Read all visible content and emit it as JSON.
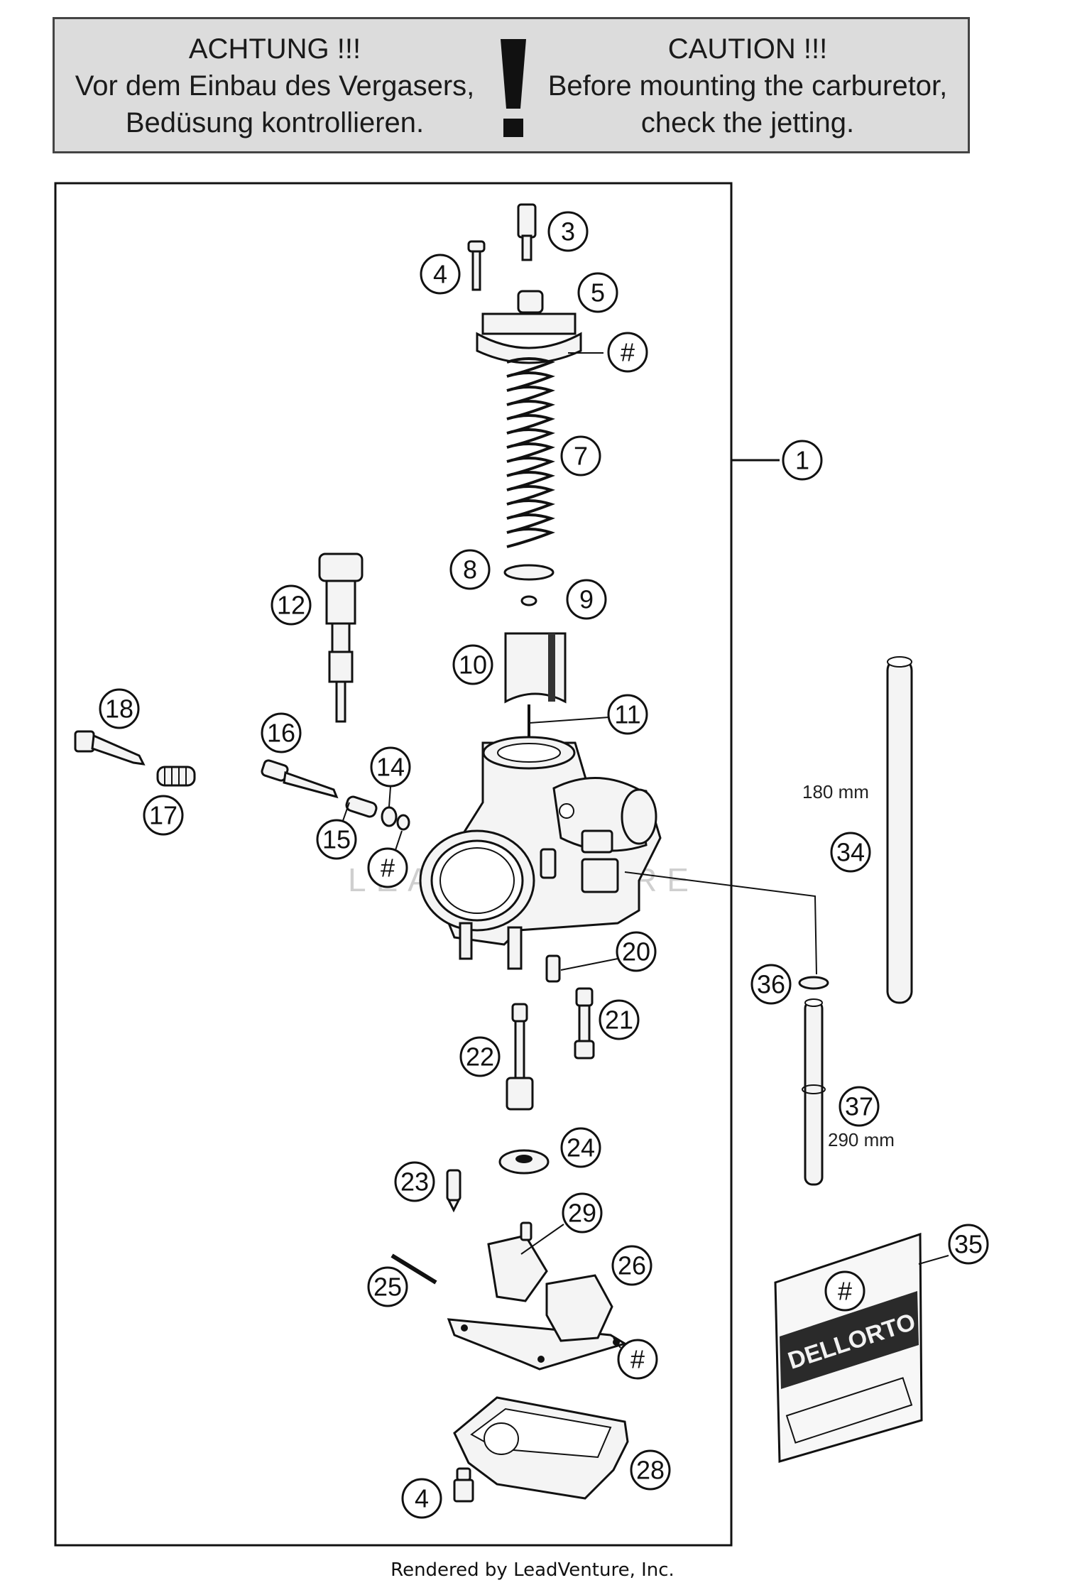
{
  "caution": {
    "de_title": "ACHTUNG !!!",
    "de_line1": "Vor dem Einbau des Vergasers,",
    "de_line2": "Bedüsung kontrollieren.",
    "en_title": "CAUTION !!!",
    "en_line1": "Before mounting the carburetor,",
    "en_line2": "check the jetting."
  },
  "callouts": {
    "c1": "1",
    "c3": "3",
    "c4a": "4",
    "c4b": "4",
    "c5": "5",
    "c7": "7",
    "c8": "8",
    "c9": "9",
    "c10": "10",
    "c11": "11",
    "c12": "12",
    "c14": "14",
    "c15": "15",
    "c16": "16",
    "c17": "17",
    "c18": "18",
    "c20": "20",
    "c21": "21",
    "c22": "22",
    "c23": "23",
    "c24": "24",
    "c25": "25",
    "c26": "26",
    "c28": "28",
    "c29": "29",
    "c34": "34",
    "c35": "35",
    "c36": "36",
    "c37": "37",
    "hash_a": "#",
    "hash_b": "#",
    "hash_c": "#",
    "hash_d": "#"
  },
  "measurements": {
    "tube_short": "180 mm",
    "tube_long": "290 mm"
  },
  "bag_label": "DELLORTO",
  "watermark": "LEADVENTURE",
  "footer": "Rendered by LeadVenture, Inc."
}
